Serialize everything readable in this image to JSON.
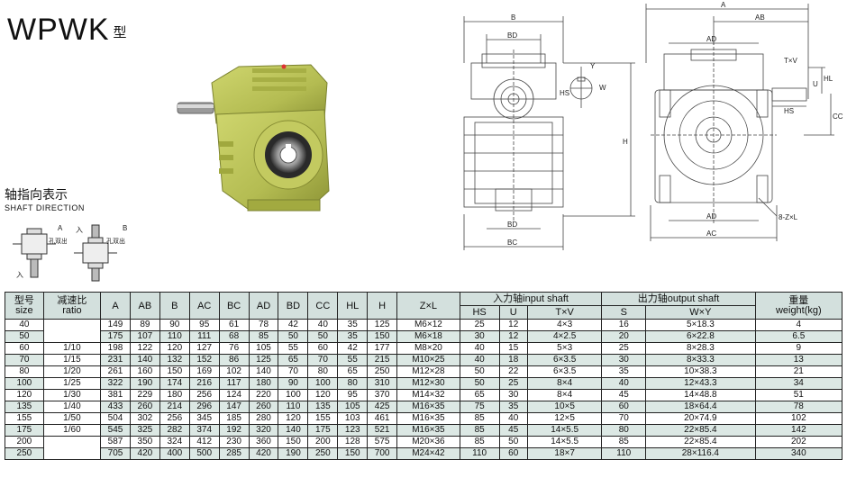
{
  "title": {
    "model": "WPWK",
    "suffix": "型"
  },
  "shaft_direction": {
    "cn": "轴指向表示",
    "en": "SHAFT DIRECTION"
  },
  "direction_icons": [
    {
      "corner_label": "A",
      "side_text": "孔双出",
      "bottom_label": "入"
    },
    {
      "corner_label": "B",
      "side_text": "孔双出",
      "top_label": "入"
    }
  ],
  "front_drawing": {
    "labels": {
      "b": "B",
      "bd": "BD",
      "bc": "BC",
      "y": "Y",
      "w": "W",
      "hs": "HS",
      "h": "H",
      "bd2": "BD"
    }
  },
  "side_drawing": {
    "labels": {
      "a": "A",
      "ab": "AB",
      "ad": "AD",
      "ad2": "AD",
      "ac": "AC",
      "txv": "T×V",
      "u": "U",
      "hl": "HL",
      "hs": "HS",
      "cc": "CC",
      "zxl": "8-Z×L"
    }
  },
  "table": {
    "headers": {
      "size": "型号\nsize",
      "ratio": "减速比\nratio",
      "cols": [
        "A",
        "AB",
        "B",
        "AC",
        "BC",
        "AD",
        "BD",
        "CC",
        "HL",
        "H",
        "Z×L"
      ],
      "input_group": "入力轴input shaft",
      "input_cols": [
        "HS",
        "U",
        "T×V"
      ],
      "output_group": "出力轴output shaft",
      "output_cols": [
        "S",
        "W×Y"
      ],
      "weight": "重量\nweight(kg)"
    },
    "ratios": [
      "1/10",
      "1/15",
      "1/20",
      "1/25",
      "1/30",
      "1/40",
      "1/50",
      "1/60"
    ],
    "rows": [
      [
        "40",
        "149",
        "89",
        "90",
        "95",
        "61",
        "78",
        "42",
        "40",
        "35",
        "125",
        "M6×12",
        "25",
        "12",
        "4×3",
        "16",
        "5×18.3",
        "4"
      ],
      [
        "50",
        "175",
        "107",
        "110",
        "111",
        "68",
        "85",
        "50",
        "50",
        "35",
        "150",
        "M6×18",
        "30",
        "12",
        "4×2.5",
        "20",
        "6×22.8",
        "6.5"
      ],
      [
        "60",
        "198",
        "122",
        "120",
        "127",
        "76",
        "105",
        "55",
        "60",
        "42",
        "177",
        "M8×20",
        "40",
        "15",
        "5×3",
        "25",
        "8×28.3",
        "9"
      ],
      [
        "70",
        "231",
        "140",
        "132",
        "152",
        "86",
        "125",
        "65",
        "70",
        "55",
        "215",
        "M10×25",
        "40",
        "18",
        "6×3.5",
        "30",
        "8×33.3",
        "13"
      ],
      [
        "80",
        "261",
        "160",
        "150",
        "169",
        "102",
        "140",
        "70",
        "80",
        "65",
        "250",
        "M12×28",
        "50",
        "22",
        "6×3.5",
        "35",
        "10×38.3",
        "21"
      ],
      [
        "100",
        "322",
        "190",
        "174",
        "216",
        "117",
        "180",
        "90",
        "100",
        "80",
        "310",
        "M12×30",
        "50",
        "25",
        "8×4",
        "40",
        "12×43.3",
        "34"
      ],
      [
        "120",
        "381",
        "229",
        "180",
        "256",
        "124",
        "220",
        "100",
        "120",
        "95",
        "370",
        "M14×32",
        "65",
        "30",
        "8×4",
        "45",
        "14×48.8",
        "51"
      ],
      [
        "135",
        "433",
        "260",
        "214",
        "296",
        "147",
        "260",
        "110",
        "135",
        "105",
        "425",
        "M16×35",
        "75",
        "35",
        "10×5",
        "60",
        "18×64.4",
        "78"
      ],
      [
        "155",
        "504",
        "302",
        "256",
        "345",
        "185",
        "280",
        "120",
        "155",
        "103",
        "461",
        "M16×35",
        "85",
        "40",
        "12×5",
        "70",
        "20×74.9",
        "102"
      ],
      [
        "175",
        "545",
        "325",
        "282",
        "374",
        "192",
        "320",
        "140",
        "175",
        "123",
        "521",
        "M16×35",
        "85",
        "45",
        "14×5.5",
        "80",
        "22×85.4",
        "142"
      ],
      [
        "200",
        "587",
        "350",
        "324",
        "412",
        "230",
        "360",
        "150",
        "200",
        "128",
        "575",
        "M20×36",
        "85",
        "50",
        "14×5.5",
        "85",
        "22×85.4",
        "202"
      ],
      [
        "250",
        "705",
        "420",
        "400",
        "500",
        "285",
        "420",
        "190",
        "250",
        "150",
        "700",
        "M24×42",
        "110",
        "60",
        "18×7",
        "110",
        "28×116.4",
        "340"
      ]
    ]
  },
  "colors": {
    "housing": "#b9c25a",
    "housing_dark": "#8d9436",
    "header_bg": "#d3e0dd",
    "row_alt": "#dce8e4"
  }
}
